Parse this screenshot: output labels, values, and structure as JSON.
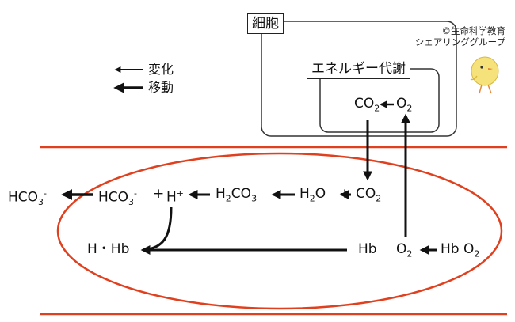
{
  "title_cell": "細胞",
  "title_energy": "エネルギー代謝",
  "credit": {
    "line1": "©生命科学教育",
    "line2": "シェアリンググループ"
  },
  "legend": {
    "change": "変化",
    "move": "移動"
  },
  "chem": {
    "co2_cell": "CO",
    "o2_cell": "O",
    "hco3_out": "HCO",
    "hco3_in": "HCO",
    "plus1": "+",
    "h_plus": "H",
    "h2co3_h": "H",
    "h2co3_rest": "CO",
    "h2o_h": "H",
    "h2o_o": "O",
    "plus2": "+",
    "co2_blood": "CO",
    "hhb": "H・Hb",
    "hb": "Hb",
    "o2_blood": "O",
    "hbo2_hb": "Hb",
    "hbo2_o": "O"
  },
  "colors": {
    "vessel": "#e0401e",
    "ink": "#111111"
  }
}
